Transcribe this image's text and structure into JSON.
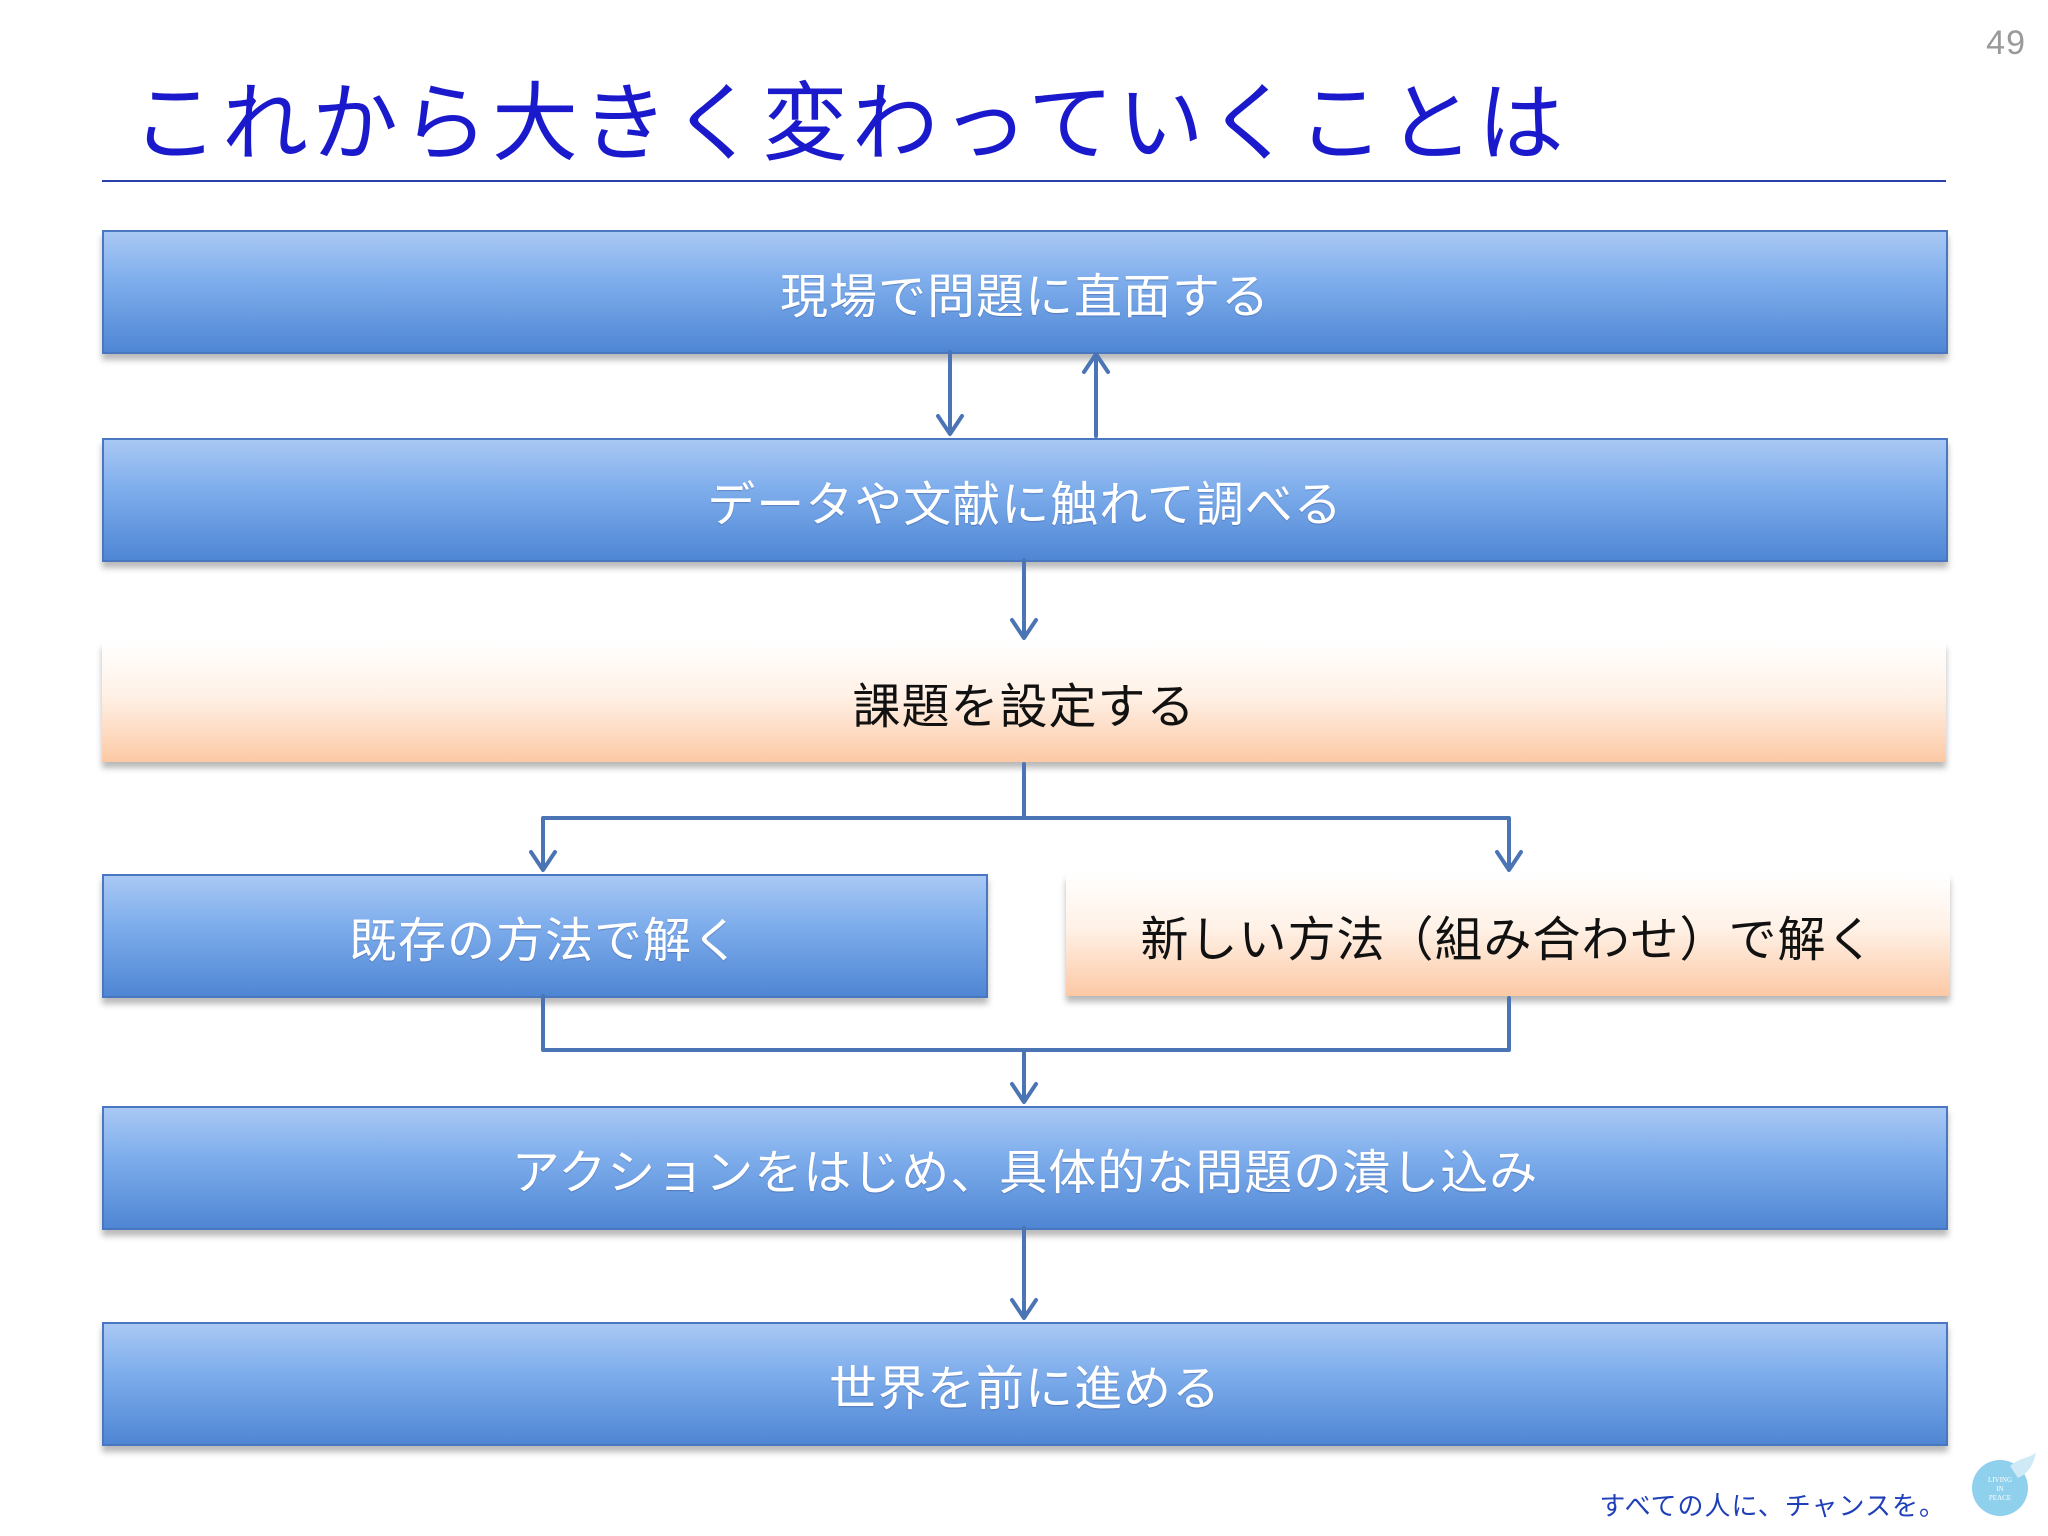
{
  "page": {
    "number": "49",
    "title": "これから大きく変わっていくことは",
    "footer": "すべての人に、チャンスを。"
  },
  "flow": {
    "step1": "現場で問題に直面する",
    "step2": "データや文献に触れて調べる",
    "step3": "課題を設定する",
    "step4a": "既存の方法で解く",
    "step4b": "新しい方法（組み合わせ）で解く",
    "step5": "アクションをはじめ、具体的な問題の潰し込み",
    "step6": "世界を前に進める"
  },
  "logo": {
    "icon": "dove-globe-logo",
    "lines": [
      "LIVING",
      "IN",
      "PEACE"
    ]
  },
  "colors": {
    "title": "#1a1acc",
    "blue_box": "#4f86d4",
    "peach_box": "#fcc9a5",
    "arrow": "#4a74b4",
    "footer": "#1f3fb8"
  }
}
